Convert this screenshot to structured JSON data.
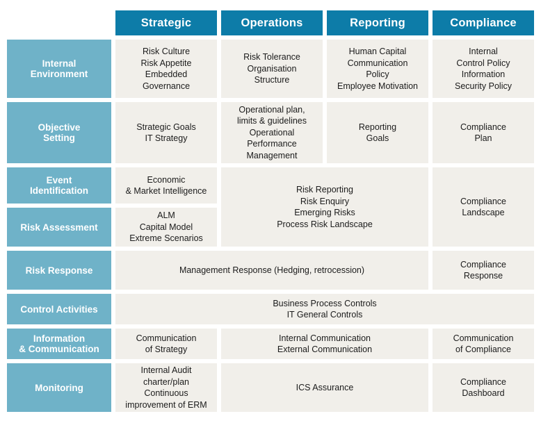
{
  "colors": {
    "column_header_bg": "#0d7ca8",
    "row_header_bg": "#6fb2c8",
    "cell_bg": "#f1efea",
    "header_text": "#ffffff",
    "cell_text": "#1b1b1b"
  },
  "column_headers": [
    "Strategic",
    "Operations",
    "Reporting",
    "Compliance"
  ],
  "row_headers": [
    "Internal\nEnvironment",
    "Objective\nSetting",
    "Event\nIdentification",
    "Risk Assessment",
    "Risk Response",
    "Control Activities",
    "Information\n& Communication",
    "Monitoring"
  ],
  "cells": {
    "internal_environment": {
      "strategic": "Risk Culture\nRisk Appetite\nEmbedded\nGovernance",
      "operations": "Risk Tolerance\nOrganisation\nStructure",
      "reporting": "Human Capital\nCommunication\nPolicy\nEmployee Motivation",
      "compliance": "Internal\nControl Policy\nInformation\nSecurity Policy"
    },
    "objective_setting": {
      "strategic": "Strategic Goals\nIT Strategy",
      "operations": "Operational plan,\nlimits & guidelines\nOperational\nPerformance\nManagement",
      "reporting": "Reporting\nGoals",
      "compliance": "Compliance\nPlan"
    },
    "event_identification": {
      "strategic": "Economic\n& Market Intelligence"
    },
    "risk_assessment": {
      "strategic": "ALM\nCapital Model\nExtreme Scenarios"
    },
    "event_and_assessment_shared": {
      "operations_reporting": "Risk Reporting\nRisk Enquiry\nEmerging Risks\nProcess Risk Landscape",
      "compliance": "Compliance\nLandscape"
    },
    "risk_response": {
      "strategic_operations_reporting": "Management Response (Hedging, retrocession)",
      "compliance": "Compliance\nResponse"
    },
    "control_activities": {
      "all_columns": "Business Process Controls\nIT General Controls"
    },
    "information_communication": {
      "strategic": "Communication\nof Strategy",
      "operations_reporting": "Internal Communication\nExternal Communication",
      "compliance": "Communication\nof Compliance"
    },
    "monitoring": {
      "strategic": "Internal Audit\ncharter/plan\nContinuous\nimprovement of ERM",
      "operations_reporting": "ICS Assurance",
      "compliance": "Compliance\nDashboard"
    }
  }
}
